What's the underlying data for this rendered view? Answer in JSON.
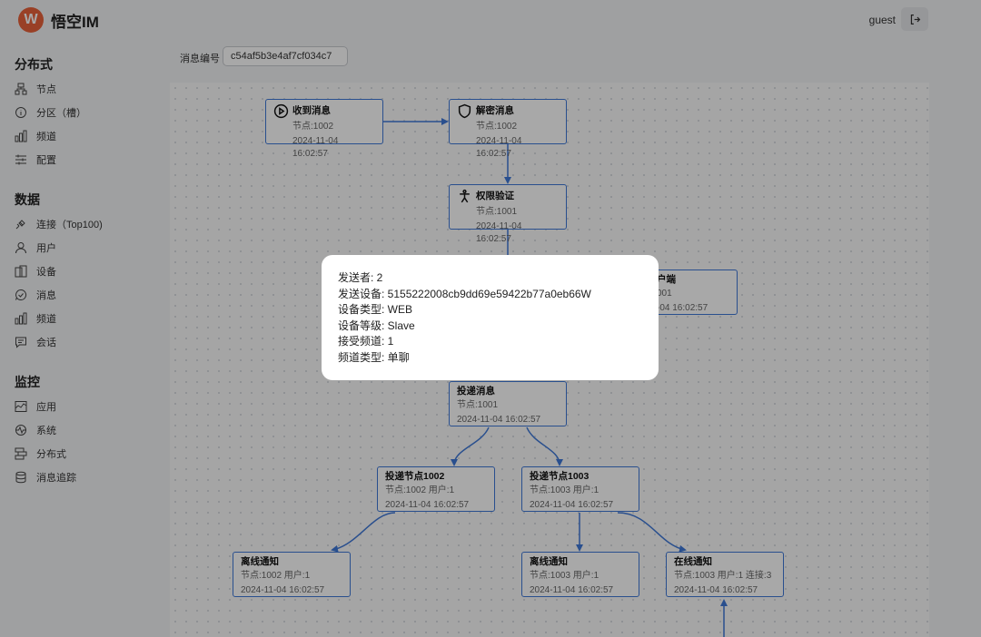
{
  "app": {
    "logo_letter": "W",
    "title": "悟空IM",
    "user": "guest"
  },
  "sidebar": {
    "sections": [
      {
        "title": "分布式",
        "items": [
          {
            "label": "节点",
            "icon": "cluster-icon"
          },
          {
            "label": "分区（槽）",
            "icon": "info-icon"
          },
          {
            "label": "频道",
            "icon": "bar-chart-icon"
          },
          {
            "label": "配置",
            "icon": "sliders-icon"
          }
        ]
      },
      {
        "title": "数据",
        "items": [
          {
            "label": "连接（Top100)",
            "icon": "plug-icon"
          },
          {
            "label": "用户",
            "icon": "user-icon"
          },
          {
            "label": "设备",
            "icon": "device-icon"
          },
          {
            "label": "消息",
            "icon": "message-check-icon"
          },
          {
            "label": "频道",
            "icon": "bar-chart-icon"
          },
          {
            "label": "会话",
            "icon": "chat-icon"
          }
        ]
      },
      {
        "title": "监控",
        "items": [
          {
            "label": "应用",
            "icon": "app-chart-icon"
          },
          {
            "label": "系统",
            "icon": "pulse-icon"
          },
          {
            "label": "分布式",
            "icon": "server-icon"
          },
          {
            "label": "消息追踪",
            "icon": "database-icon"
          }
        ]
      }
    ]
  },
  "search": {
    "label": "消息编号",
    "value": "c54af5b3e4af7cf034c7"
  },
  "flow": {
    "nodes": [
      {
        "id": "recv",
        "title": "收到消息",
        "icon": "play-circle-icon",
        "detail": "节点:1002",
        "time": "2024-11-04 16:02:57"
      },
      {
        "id": "decrypt",
        "title": "解密消息",
        "icon": "shield-icon",
        "detail": "节点:1002",
        "time": "2024-11-04 16:02:57"
      },
      {
        "id": "auth",
        "title": "权限验证",
        "icon": "person-icon",
        "detail": "节点:1001",
        "time": "2024-11-04 16:02:57"
      },
      {
        "id": "client",
        "title": "户端",
        "detail": "001",
        "time": "-04 16:02:57"
      },
      {
        "id": "deliver",
        "title": "投递消息",
        "detail": "节点:1001",
        "time": "2024-11-04 16:02:57"
      },
      {
        "id": "dn1002",
        "title": "投递节点1002",
        "detail": "节点:1002 用户:1",
        "time": "2024-11-04 16:02:57"
      },
      {
        "id": "dn1003",
        "title": "投递节点1003",
        "detail": "节点:1003 用户:1",
        "time": "2024-11-04 16:02:57"
      },
      {
        "id": "off1002",
        "title": "离线通知",
        "detail": "节点:1002 用户:1",
        "time": "2024-11-04 16:02:57"
      },
      {
        "id": "off1003",
        "title": "离线通知",
        "detail": "节点:1003 用户:1",
        "time": "2024-11-04 16:02:57"
      },
      {
        "id": "on1003",
        "title": "在线通知",
        "detail": "节点:1003 用户:1 连接:3",
        "time": "2024-11-04 16:02:57"
      }
    ]
  },
  "popup": {
    "lines": [
      "发送者: 2",
      "发送设备: 5155222008cb9dd69e59422b77a0eb66W",
      "设备类型: WEB",
      "设备等级: Slave",
      "接受频道: 1",
      "频道类型: 单聊"
    ]
  },
  "colors": {
    "accent": "#3f78d8",
    "logo": "#e8623a"
  }
}
